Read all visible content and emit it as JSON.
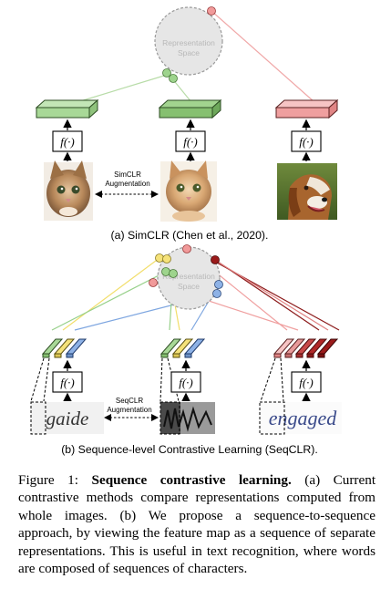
{
  "figure": {
    "a": {
      "space_label_1": "Representation",
      "space_label_2": "Space",
      "f_label": "f(·)",
      "aug_label_1": "SimCLR",
      "aug_label_2": "Augmentation",
      "subcaption": "(a) SimCLR (Chen et al., 2020)."
    },
    "b": {
      "space_label_1": "Representation",
      "space_label_2": "Space",
      "f_label": "f(·)",
      "aug_label_1": "SeqCLR",
      "aug_label_2": "Augmentation",
      "word_left": "gaide",
      "word_middle": "hhh",
      "word_right": "engaged",
      "subcaption": "(b) Sequence-level Contrastive Learning (SeqCLR)."
    }
  },
  "caption": {
    "label": "Figure 1:",
    "title": "Sequence contrastive learning.",
    "body": "(a) Current contrastive methods compare representations computed from whole images. (b) We propose a sequence-to-sequence approach, by viewing the feature map as a sequence of separate representations.  This is useful in text recognition, where words are composed of sequences of characters."
  },
  "colors": {
    "green": "#8fcf7f",
    "red": "#ee8e8e",
    "blue": "#7ea6e0",
    "yellow": "#f5e27a",
    "darkred": "#9b1b1b"
  }
}
